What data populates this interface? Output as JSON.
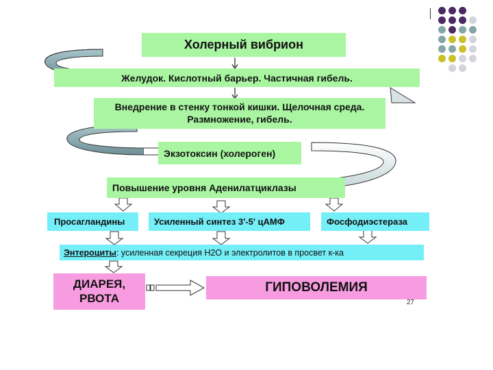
{
  "boxes": {
    "vibrio": "Холерный вибрион",
    "stomach": "Желудок. Кислотный барьер. Частичная гибель.",
    "intestine": "Внедрение в стенку тонкой кишки. Щелочная среда. Размножение, гибель.",
    "exotoxin": "Экзотоксин (холероген)",
    "adenylate": "Повышение уровня Аденилатциклазы",
    "prostaglandins": "Просагландины",
    "camp": "Усиленный синтез 3'-5' цАМФ",
    "phosphodiesterase": "Фосфодиэстераза",
    "enterocytes_label": "Энтероциты",
    "enterocytes_text": ": усиленная секреция Н2О и электролитов в просвет к-ка",
    "diarrhea": "ДИАРЕЯ, РВОТА",
    "hypovolemia": "ГИПОВОЛЕМИЯ"
  },
  "page_number": "27",
  "colors": {
    "green_box": "#a9f5a2",
    "cyan_box": "#74eef7",
    "pink_box": "#f79ce0",
    "purple_dot": "#4b2a63",
    "teal_dot": "#84a6a6",
    "olive_dot": "#c9c02a",
    "grey_dot": "#d4d4dc"
  }
}
